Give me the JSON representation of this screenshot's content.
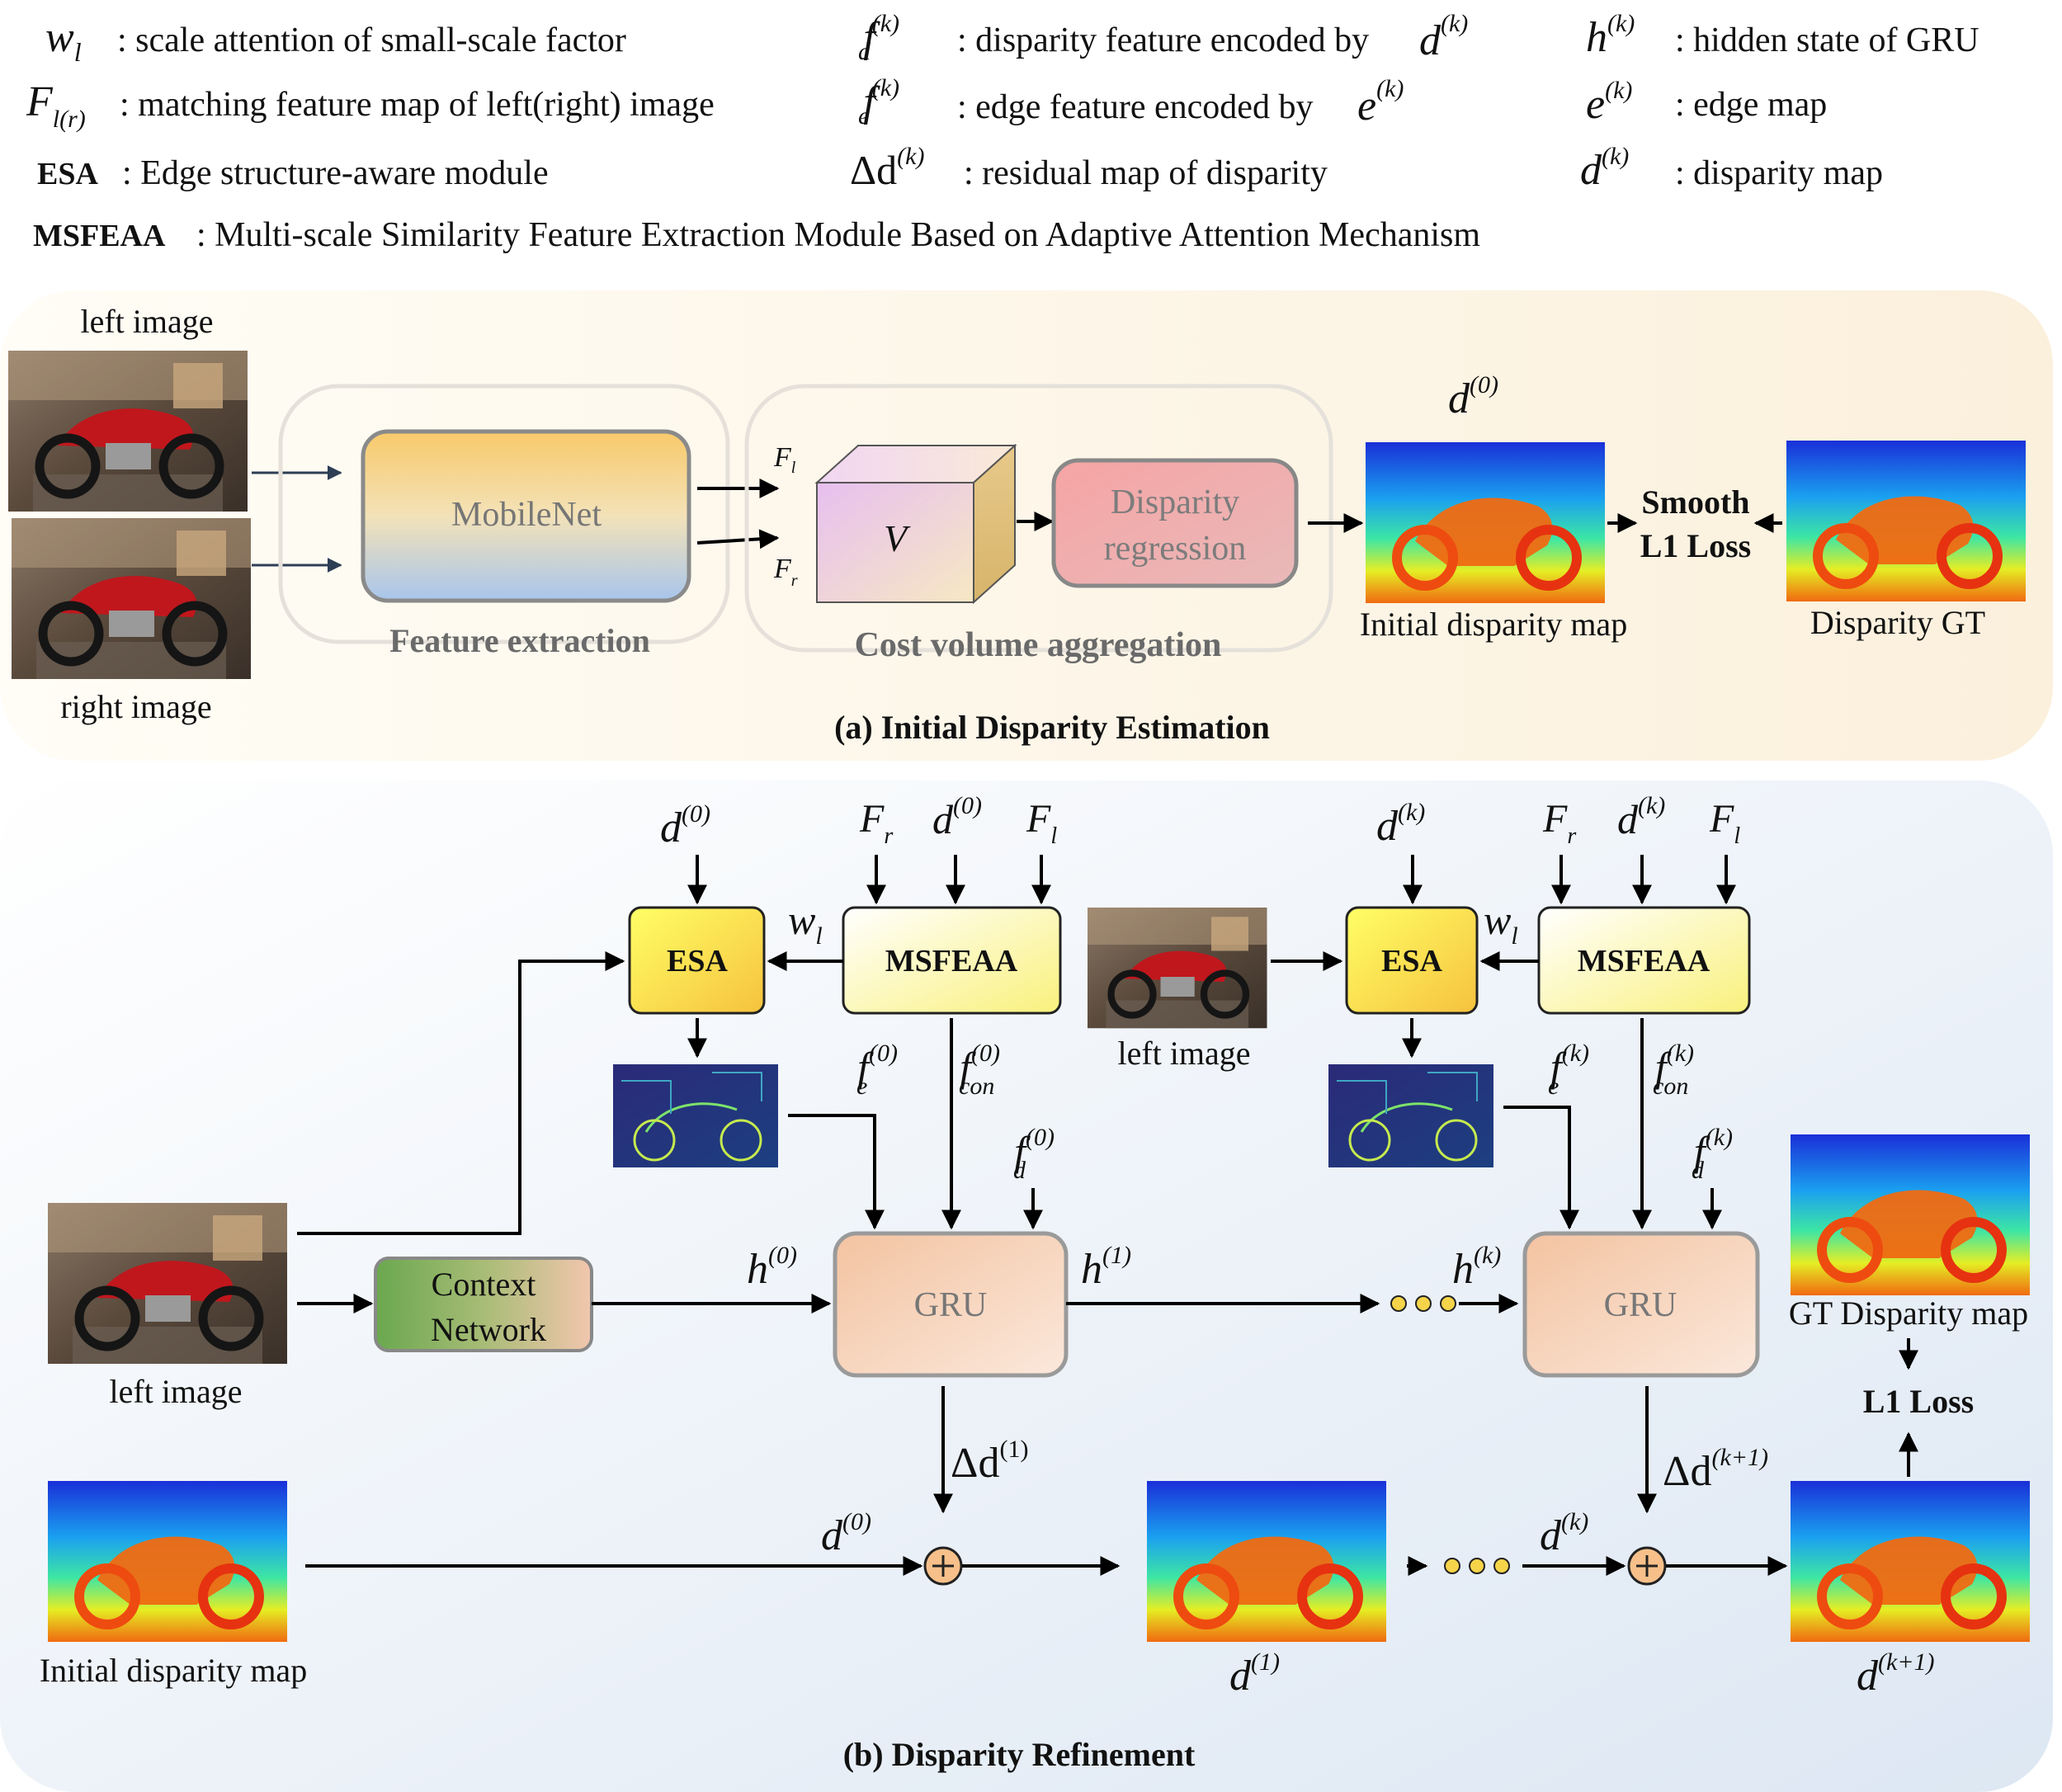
{
  "legend": {
    "wl": {
      "sym": "w",
      "sub": "l",
      "desc": ": scale attention of small-scale factor"
    },
    "fd": {
      "sym": "f",
      "sub": "d",
      "sup": "(k)",
      "desc": ": disparity feature encoded by",
      "tail": "d",
      "tailsup": "(k)"
    },
    "hk": {
      "sym": "h",
      "sup": "(k)",
      "desc": ": hidden state of GRU"
    },
    "Flr": {
      "sym": "F",
      "sub": "l(r)",
      "desc": ": matching feature map of left(right) image"
    },
    "fe": {
      "sym": "f",
      "sub": "e",
      "sup": "(k)",
      "desc": ": edge feature encoded by",
      "tail": "e",
      "tailsup": "(k)"
    },
    "ek": {
      "sym": "e",
      "sup": "(k)",
      "desc": ": edge map"
    },
    "esa": {
      "sym": "ESA",
      "desc": ": Edge structure-aware module"
    },
    "dd": {
      "sym": "Δd",
      "sup": "(k)",
      "desc": ": residual map of disparity"
    },
    "dk": {
      "sym": "d",
      "sup": "(k)",
      "desc": ": disparity map"
    },
    "msfeaa": {
      "sym": "MSFEAA",
      "desc": ": Multi-scale Similarity Feature Extraction Module Based on Adaptive Attention Mechanism"
    }
  },
  "panel_a": {
    "caption": "(a) Initial Disparity Estimation",
    "left_image": "left image",
    "right_image": "right image",
    "mobilenet": "MobileNet",
    "feature_extraction": "Feature extraction",
    "v": "V",
    "disp_reg_1": "Disparity",
    "disp_reg_2": "regression",
    "cost_volume": "Cost volume aggregation",
    "initial_map": "Initial disparity map",
    "gt": "Disparity GT",
    "loss_1": "Smooth",
    "loss_2": "L1 Loss",
    "d0": "d",
    "d0_sup": "(0)",
    "fl": "F",
    "fl_sub": "l",
    "fr": "F",
    "fr_sub": "r"
  },
  "panel_b": {
    "caption": "(b) Disparity Refinement",
    "esa": "ESA",
    "msfeaa": "MSFEAA",
    "gru": "GRU",
    "context_1": "Context",
    "context_2": "Network",
    "left_image": "left image",
    "initial_map": "Initial disparity map",
    "gt_map": "GT Disparity map",
    "l1_loss": "L1 Loss",
    "sup0": "(0)",
    "sup1": "(1)",
    "supk": "(k)",
    "supk1": "(k+1)",
    "sub_con": "con",
    "sub_e": "e",
    "sub_d": "d",
    "sub_l": "l",
    "sub_r": "r"
  }
}
